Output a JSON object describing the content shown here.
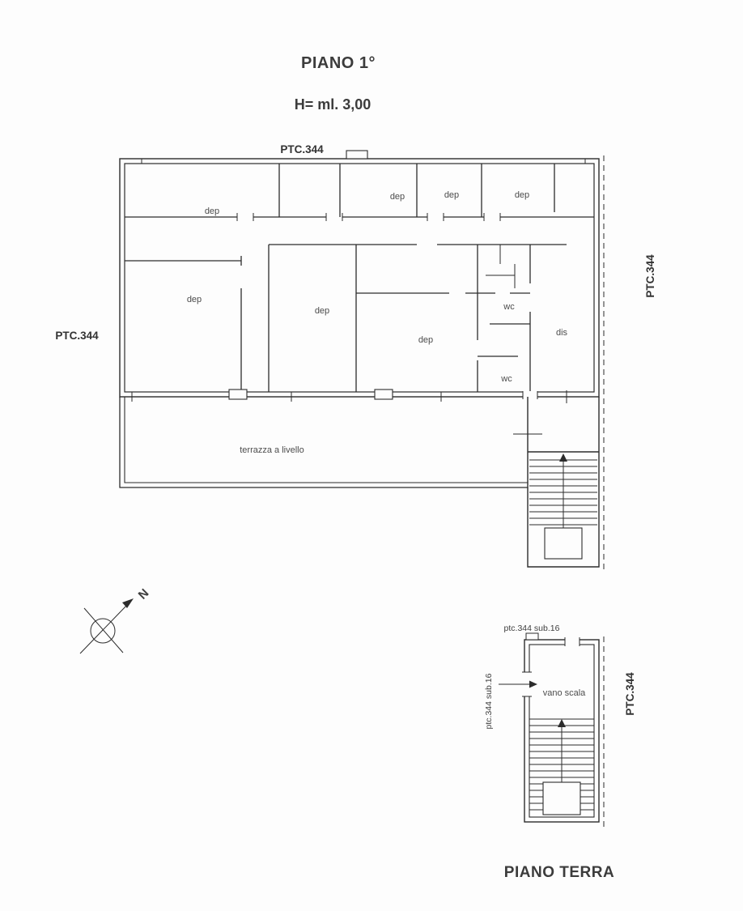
{
  "sheet": {
    "background": "#fdfdfd",
    "line_color": "#2c2c2c"
  },
  "first_floor": {
    "title": "PIANO 1°",
    "height_note": "H= ml. 3,00",
    "cadastral_labels": {
      "top": "PTC.344",
      "left": "PTC.344",
      "right": "PTC.344"
    },
    "rooms": [
      {
        "id": "dep-top-left",
        "label": "dep"
      },
      {
        "id": "dep-top-2",
        "label": "dep"
      },
      {
        "id": "dep-top-3",
        "label": "dep"
      },
      {
        "id": "dep-top-right",
        "label": "dep"
      },
      {
        "id": "dep-mid-left",
        "label": "dep"
      },
      {
        "id": "dep-mid-center",
        "label": "dep"
      },
      {
        "id": "dep-mid-right",
        "label": "dep"
      },
      {
        "id": "wc-upper",
        "label": "wc"
      },
      {
        "id": "wc-lower",
        "label": "wc"
      },
      {
        "id": "dis",
        "label": "dis"
      }
    ],
    "terrace_label": "terrazza a livello"
  },
  "ground_floor": {
    "title": "PIANO TERRA",
    "stairwell_label": "vano scala",
    "cadastral_labels": {
      "top": "ptc.344 sub.16",
      "left": "ptc.344 sub.16",
      "right": "PTC.344"
    }
  },
  "compass": {
    "north_label": "N"
  }
}
